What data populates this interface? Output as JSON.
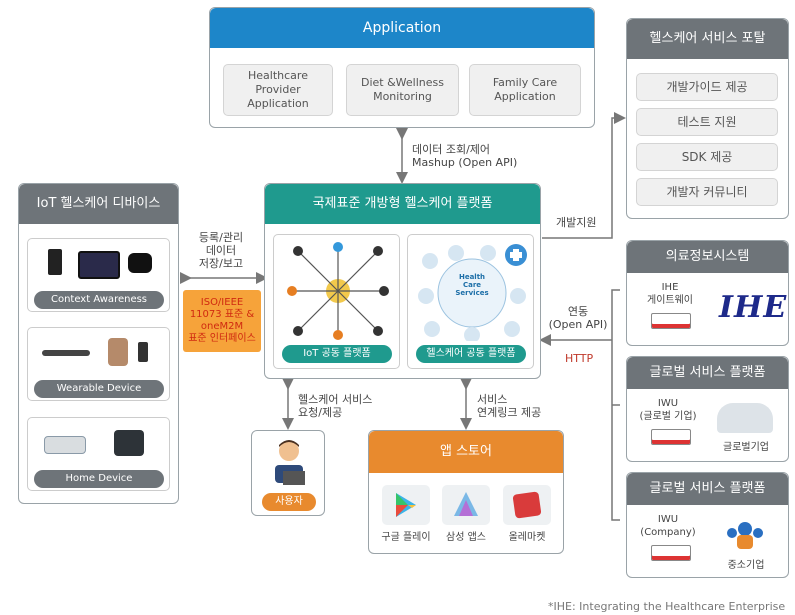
{
  "application": {
    "title": "Application",
    "cards": [
      "Healthcare\nProvider\nApplication",
      "Diet &Wellness\nMonitoring",
      "Family Care\nApplication"
    ]
  },
  "arrows": {
    "data_query": "데이터 조회/제어\nMashup (Open API)",
    "register": "등록/관리\n데이터\n저장/보고",
    "dev_support": "개발지원",
    "link": "연동\n(Open API)",
    "http": "HTTP",
    "service_request": "헬스케어 서비스\n요청/제공",
    "service_link": "서비스\n연계링크 제공"
  },
  "platform": {
    "title": "국제표준 개방형 헬스케어 플랫폼",
    "iot_label": "IoT 공동 플랫폼",
    "healthcare_label": "헬스케어 공동 플랫폼",
    "healthcare_center": "Health\nCare\nServices"
  },
  "iot_devices": {
    "title": "IoT 헬스케어 디바이스",
    "groups": [
      "Context Awareness",
      "Wearable Device",
      "Home Device"
    ]
  },
  "standard_box": {
    "text": "ISO/IEEE\n11073 표준 &\noneM2M\n표준 인터페이스",
    "color": "#f6a33a"
  },
  "user": {
    "label": "사용자"
  },
  "app_store": {
    "title": "앱 스토어",
    "stores": [
      "구글 플레이",
      "삼성 앱스",
      "올레마켓"
    ]
  },
  "portal": {
    "title": "헬스케어 서비스 포탈",
    "items": [
      "개발가이드 제공",
      "테스트 지원",
      "SDK 제공",
      "개발자 커뮤니티"
    ]
  },
  "medical": {
    "title": "의료정보시스템",
    "gateway": "IHE\n게이트웨이",
    "logo": "IHE"
  },
  "global1": {
    "title": "글로벌 서비스 플랫폼",
    "iwu": "IWU\n(글로벌 기업)",
    "company": "글로벌기업"
  },
  "global2": {
    "title": "글로벌 서비스 플랫폼",
    "iwu": "IWU\n(Company)",
    "company": "중소기업"
  },
  "footnote": "*IHE: Integrating the Healthcare Enterprise",
  "colors": {
    "blue": "#1d86c9",
    "teal": "#1f9a8e",
    "orange": "#e88a2e",
    "gray_header": "#6e7479",
    "http_red": "#c0392b"
  }
}
